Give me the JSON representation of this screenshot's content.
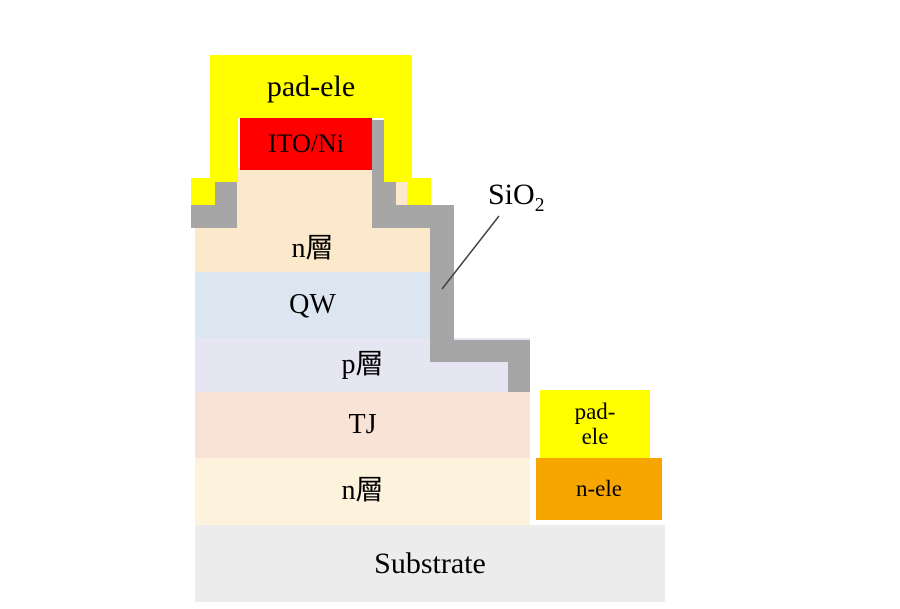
{
  "diagram": {
    "top_electrode": {
      "pad_label": "pad-ele",
      "ito_label": "ITO/Ni"
    },
    "insulator": {
      "label_main": "SiO",
      "label_sub": "2"
    },
    "layers": [
      {
        "id": "n-top",
        "label": "n層"
      },
      {
        "id": "qw",
        "label": "QW"
      },
      {
        "id": "p",
        "label": "p層"
      },
      {
        "id": "tj",
        "label": "TJ"
      },
      {
        "id": "n-bottom",
        "label": "n層"
      },
      {
        "id": "substrate",
        "label": "Substrate"
      }
    ],
    "right_electrode": {
      "pad_line1": "pad-",
      "pad_line2": "ele",
      "n_ele_label": "n-ele"
    },
    "colors": {
      "pad_yellow": "#FFFF00",
      "ito_red": "#FF0000",
      "sio2_gray": "#A6A6A6",
      "n_top_cream": "#FCE8CB",
      "qw_blue": "#DCE6F1",
      "p_lavender": "#E6E6F3",
      "tj_peach": "#F9E2D6",
      "n_bottom_cream": "#FDF3DC",
      "substrate_gray": "#ECECEC",
      "n_ele_orange": "#F7A600",
      "leader_line": "#404040"
    }
  }
}
